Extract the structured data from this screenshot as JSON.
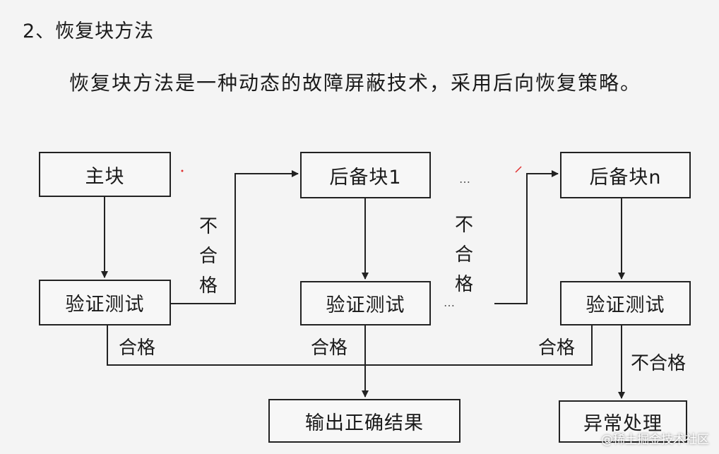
{
  "heading": "2、恢复块方法",
  "subtitle": "恢复块方法是一种动态的故障屏蔽技术，采用后向恢复策略。",
  "boxes": {
    "primary": "主块",
    "backup1": "后备块1",
    "backupn": "后备块n",
    "verify1": "验证测试",
    "verify2": "验证测试",
    "verify3": "验证测试",
    "output": "输出正确结果",
    "exception": "异常处理"
  },
  "labels": {
    "fail1": [
      "不",
      "合",
      "格"
    ],
    "fail2": [
      "不",
      "合",
      "格"
    ],
    "pass1": "合格",
    "pass2": "合格",
    "pass3": "合格",
    "fail3": "不合格",
    "dots1": "…",
    "dots2": "…"
  },
  "watermark": "@稀土掘金技术社区"
}
